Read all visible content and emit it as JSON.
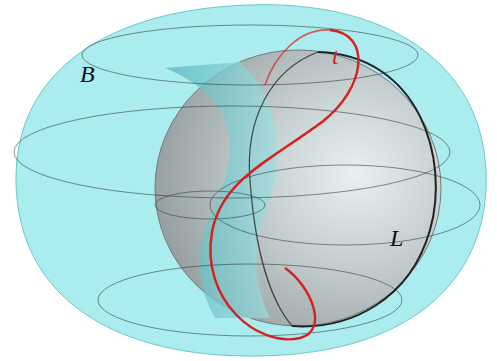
{
  "diagram": {
    "labels": [
      "B",
      "t",
      "L"
    ]
  }
}
